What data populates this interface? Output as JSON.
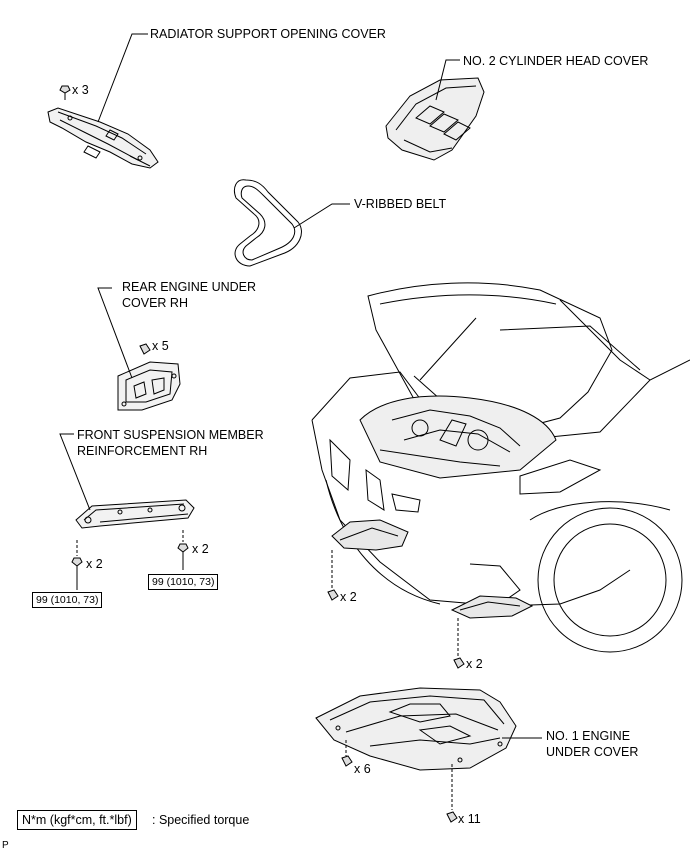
{
  "labels": {
    "radiator_support_opening_cover": "RADIATOR SUPPORT OPENING COVER",
    "no2_cylinder_head_cover": "NO. 2 CYLINDER HEAD COVER",
    "v_ribbed_belt": "V-RIBBED BELT",
    "rear_engine_under_cover_rh_line1": "REAR ENGINE UNDER",
    "rear_engine_under_cover_rh_line2": "COVER RH",
    "front_suspension_member_line1": "FRONT SUSPENSION MEMBER",
    "front_suspension_member_line2": "REINFORCEMENT RH",
    "no1_engine_under_cover_line1": "NO. 1 ENGINE",
    "no1_engine_under_cover_line2": "UNDER COVER"
  },
  "quantities": {
    "radiator_clip": "x 3",
    "rear_cover_clip": "x 5",
    "fsm_bolt_left": "x 2",
    "fsm_bolt_right": "x 2",
    "vehicle_clip_left": "x 2",
    "vehicle_clip_front": "x 2",
    "under_cover_clip_6": "x 6",
    "under_cover_clip_11": "x 11"
  },
  "torques": {
    "fsm_left": "99 (1010, 73)",
    "fsm_right": "99 (1010, 73)"
  },
  "legend": {
    "box": "N*m (kgf*cm, ft.*lbf)",
    "text": ": Specified torque"
  },
  "corner_mark": "P"
}
